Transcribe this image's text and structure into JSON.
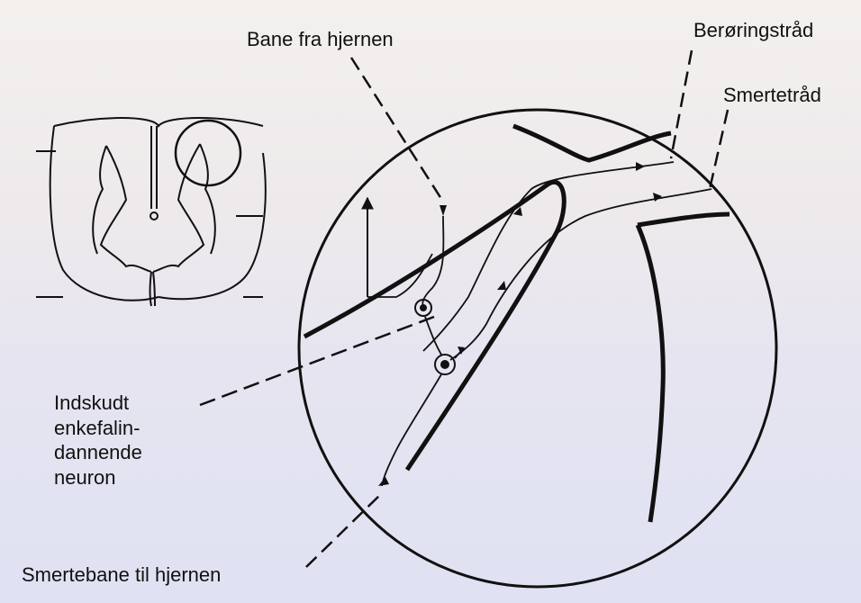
{
  "labels": {
    "bane_fra_hjernen": "Bane fra hjernen",
    "beroringstraad": "Berøringstråd",
    "smertetraad": "Smertetråd",
    "indskudt": [
      "Indskudt",
      "enkefalin-",
      "dannende",
      "neuron"
    ],
    "smertebane_til_hjernen": "Smertebane til hjernen"
  },
  "colors": {
    "ink": "#111111",
    "paper_top": "#f3f0ee",
    "paper_bottom": "#dfe2f3"
  }
}
